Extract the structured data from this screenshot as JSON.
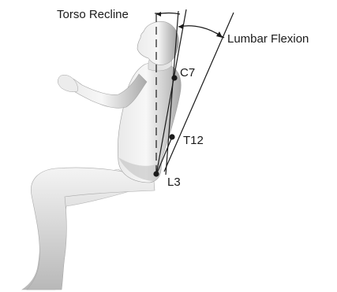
{
  "figure": {
    "annotations": {
      "torso_recline": "Torso Recline",
      "lumbar_flexion": "Lumbar Flexion"
    },
    "landmarks": {
      "c7": "C7",
      "t12": "T12",
      "l3": "L3"
    },
    "colors": {
      "skin_light": "#f2f2f2",
      "skin_mid": "#cfcfcf",
      "skin_dark": "#8e8e8e",
      "line": "#1a1a1a",
      "background": "#ffffff"
    }
  }
}
